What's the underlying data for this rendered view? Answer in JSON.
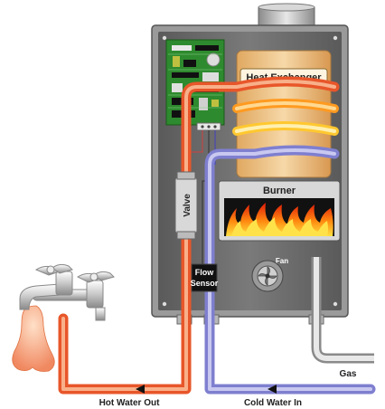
{
  "labels": {
    "heat_exchanger": "Heat Exchanger",
    "burner": "Burner",
    "valve": "Valve",
    "fan": "Fan",
    "flow_sensor_line1": "Flow",
    "flow_sensor_line2": "Sensor",
    "gas": "Gas",
    "hot_water_out": "Hot Water Out",
    "cold_water_in": "Cold Water In"
  },
  "colors": {
    "hot_pipe": "#e8562a",
    "hot_pipe_light": "#f8b08a",
    "cold_pipe": "#7f7fd0",
    "cold_pipe_light": "#c8c8f0",
    "gas_pipe": "#c8c8c8",
    "cabinet": "#6a6a6a",
    "heat_exchanger": "#f0c890",
    "flame_red": "#e82010",
    "flame_yellow": "#ffd020",
    "circuit_board": "#2e8a2e"
  },
  "icons": [
    "faucet-icon",
    "flame-icon",
    "fan-icon",
    "arrow-left-icon"
  ]
}
